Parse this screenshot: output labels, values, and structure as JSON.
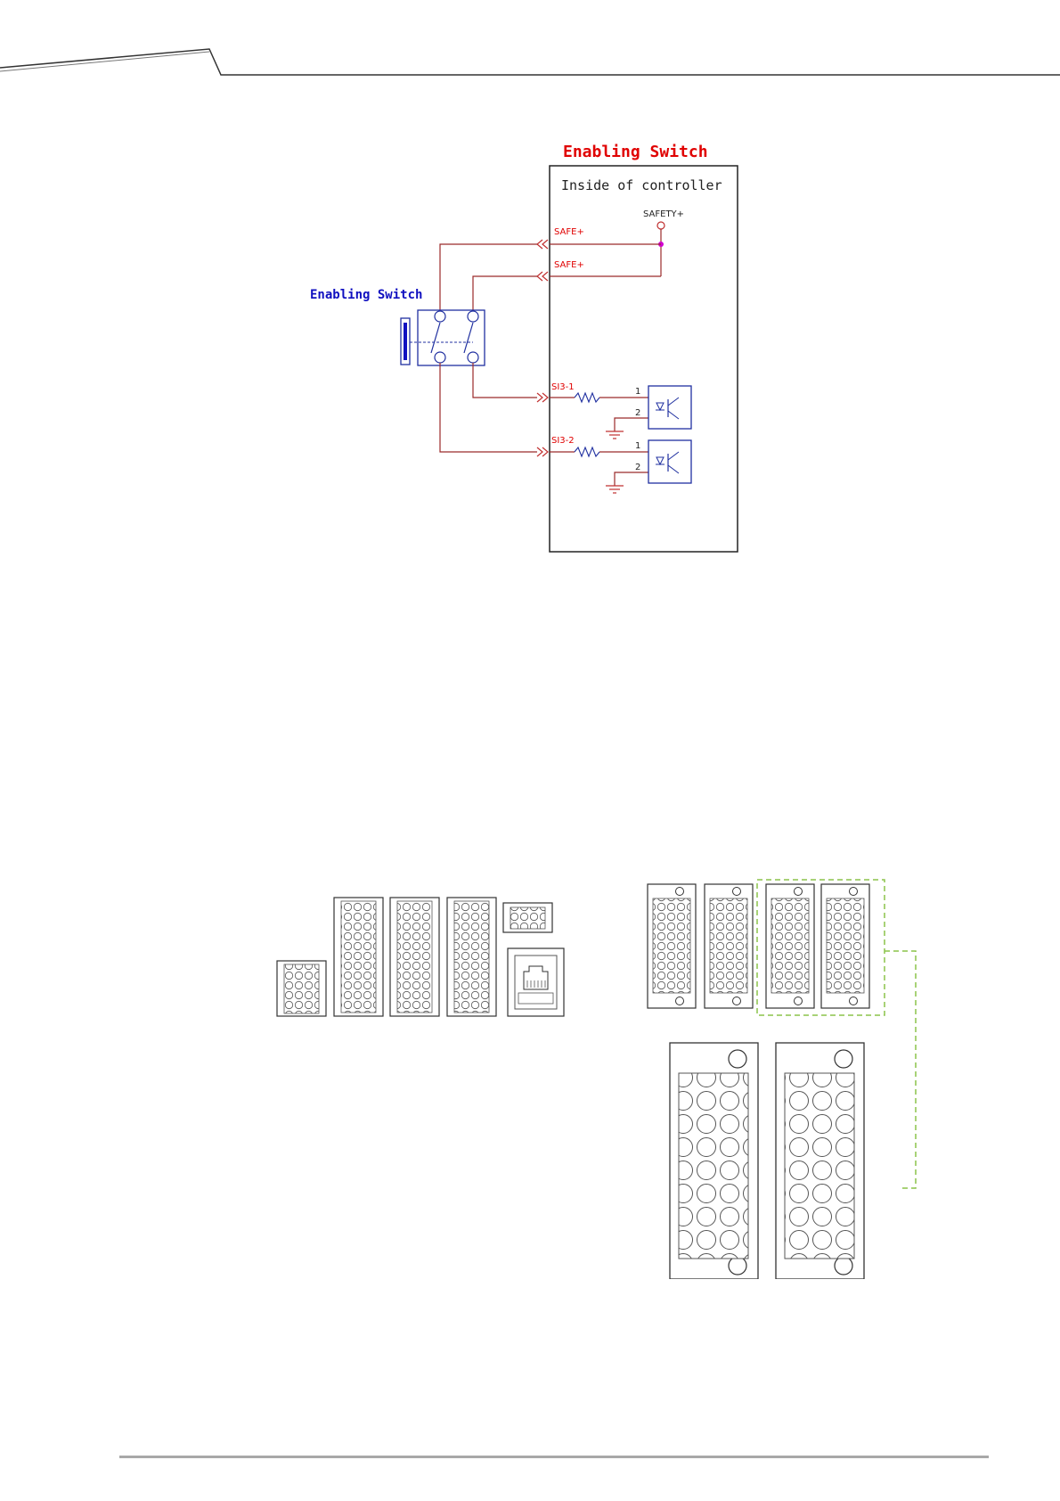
{
  "schematic": {
    "title": "Enabling Switch",
    "controller_label": "Inside of controller",
    "switch_label": "Enabling Switch",
    "safety_label": "SAFETY+",
    "safe1_label": "SAFE+",
    "safe2_label": "SAFE+",
    "si3_1_label": "SI3-1",
    "si3_2_label": "SI3-2",
    "pin1a": "1",
    "pin2a": "2",
    "pin1b": "1",
    "pin2b": "2"
  },
  "colors": {
    "title_red": "#e00000",
    "wire": "#9b2a2a",
    "switch_blue": "#1010c0",
    "component_blue": "#2030a0",
    "node_magenta": "#d000d0",
    "group_dash": "#8bc34a"
  }
}
